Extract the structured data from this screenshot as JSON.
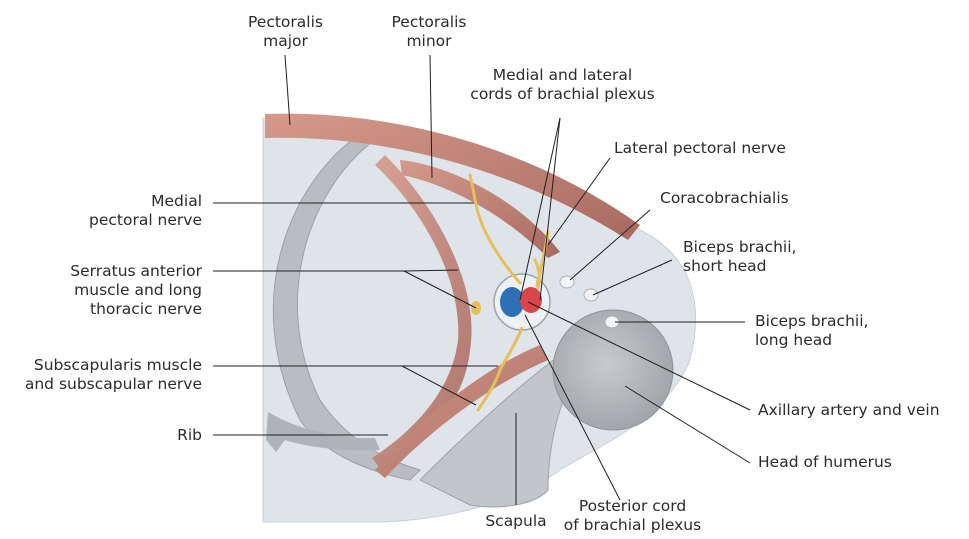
{
  "labels": {
    "pectoralis_major": [
      "Pectoralis",
      "major"
    ],
    "pectoralis_minor": [
      "Pectoralis",
      "minor"
    ],
    "cords": [
      "Medial and lateral",
      "cords of brachial plexus"
    ],
    "lateral_pectoral_nerve": "Lateral pectoral nerve",
    "coracobrachialis": "Coracobrachialis",
    "medial_pectoral_nerve": [
      "Medial",
      "pectoral nerve"
    ],
    "biceps_short": [
      "Biceps brachii,",
      "short head"
    ],
    "serratus": [
      "Serratus anterior",
      "muscle and long",
      "thoracic nerve"
    ],
    "biceps_long": [
      "Biceps brachii,",
      "long head"
    ],
    "subscapularis": [
      "Subscapularis muscle",
      "and subscapular nerve"
    ],
    "axillary": "Axillary artery and vein",
    "rib": "Rib",
    "head_humerus": "Head of humerus",
    "scapula": "Scapula",
    "posterior_cord": [
      "Posterior cord",
      "of brachial plexus"
    ]
  },
  "colors": {
    "background_tissue": "#dde3ea",
    "muscle": "#c48a7d",
    "bone": "#b8bcc0",
    "nerve": "#e5bf5a",
    "artery": "#d9474b",
    "vein": "#2f6fb3"
  }
}
